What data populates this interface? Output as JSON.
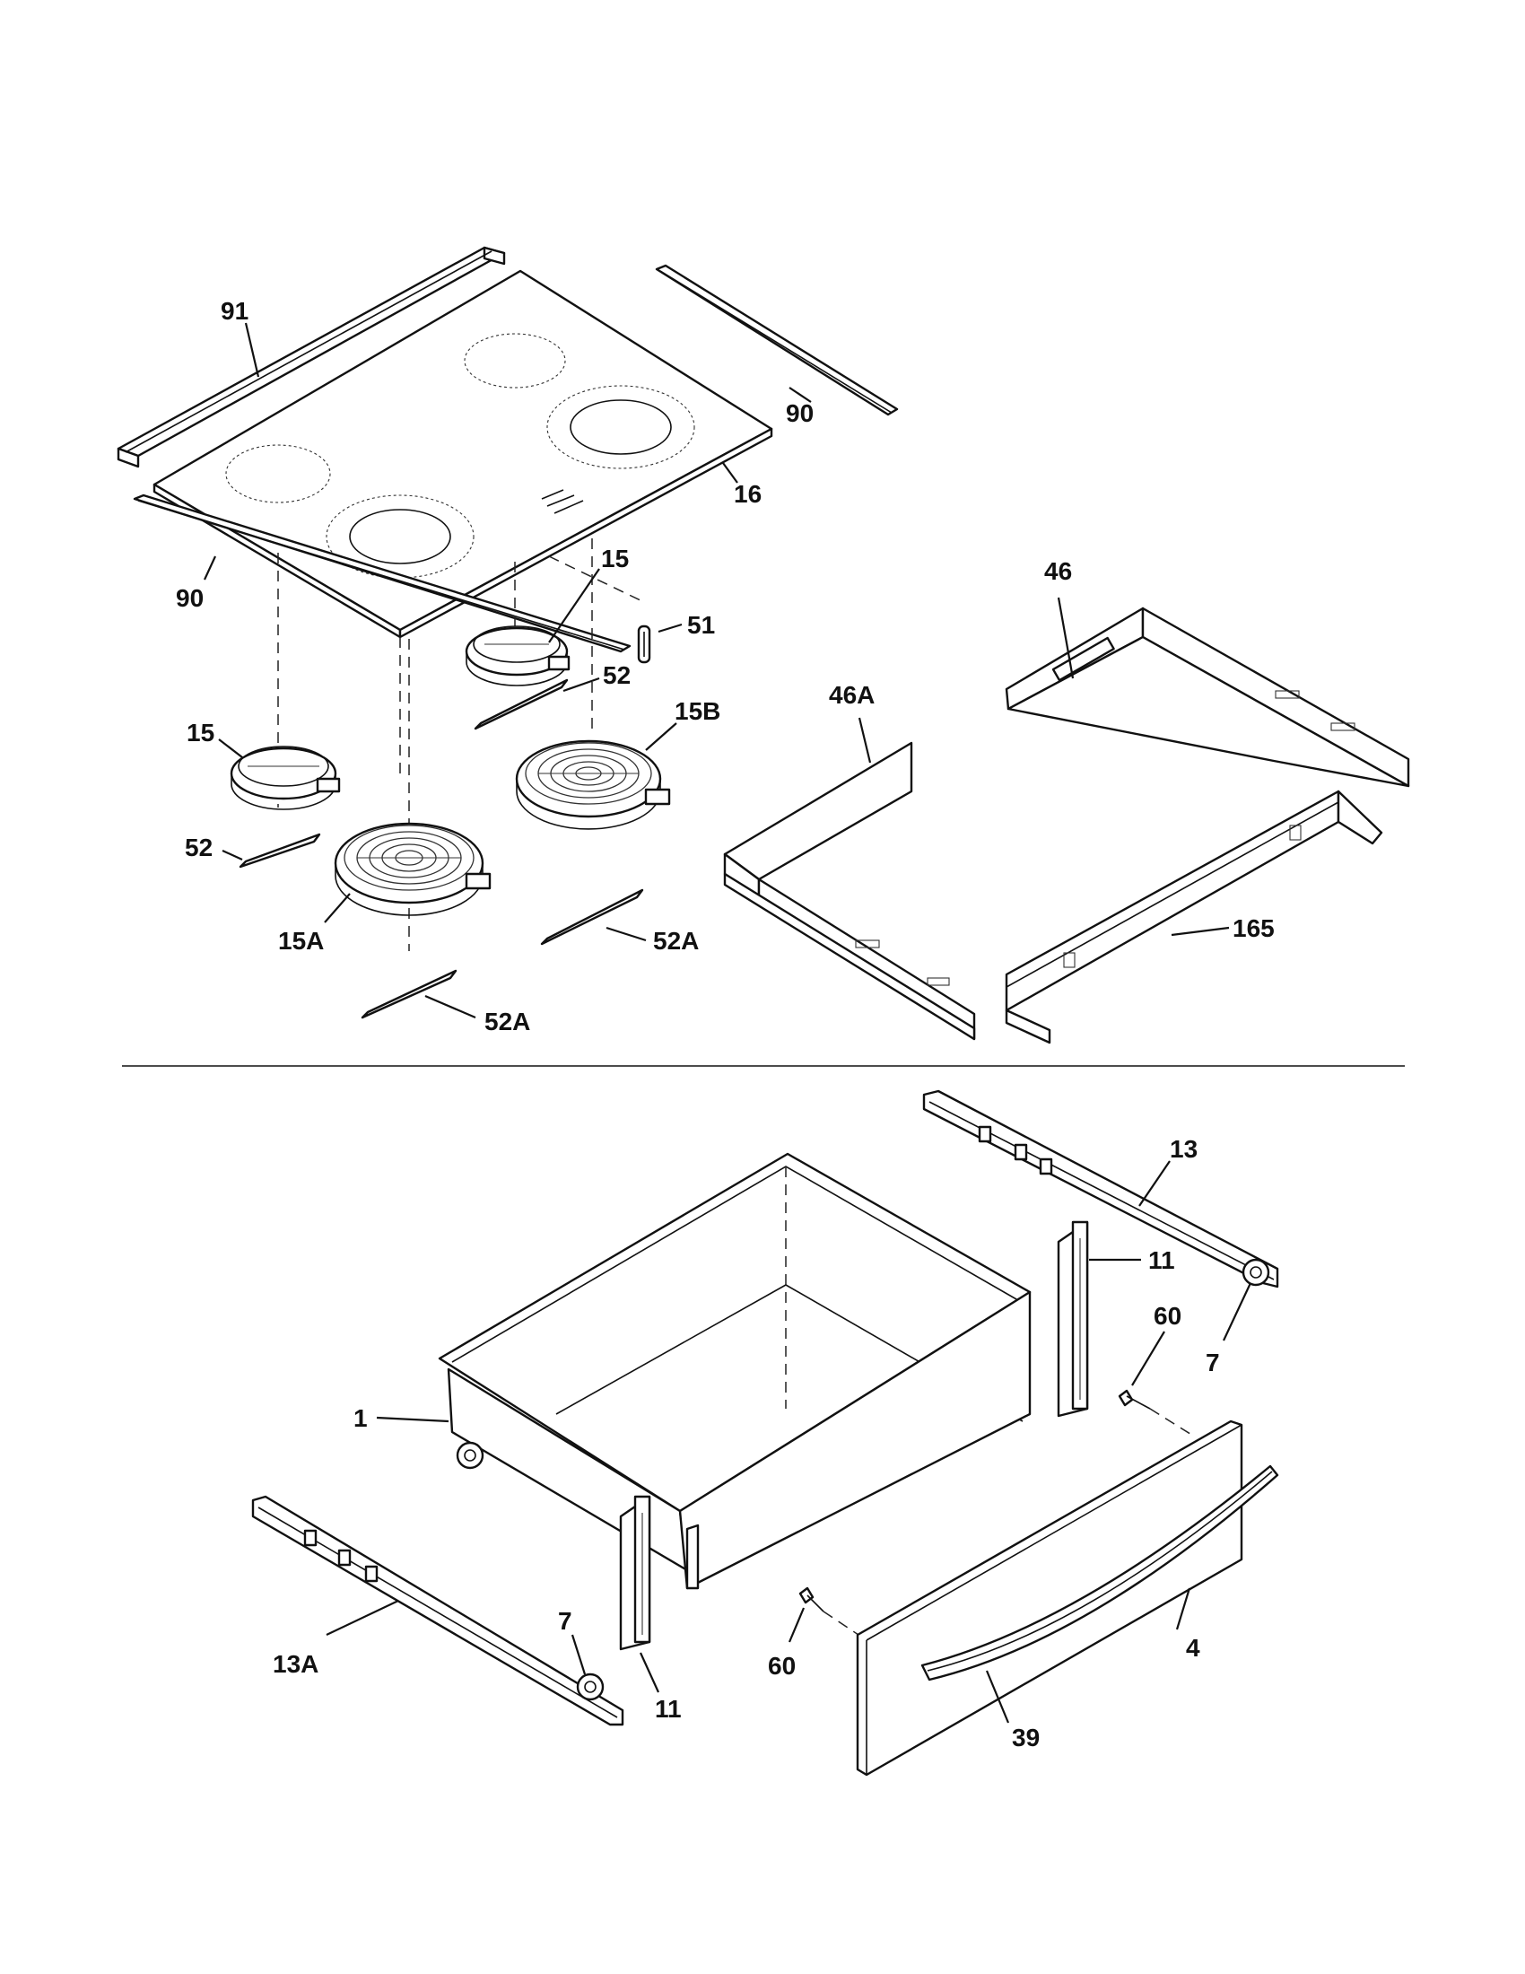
{
  "diagram": {
    "colors": {
      "ink": "#111111",
      "paper": "#ffffff"
    },
    "callouts": {
      "c91": "91",
      "c90a": "90",
      "c90b": "90",
      "c16": "16",
      "c15a": "15",
      "c15b": "15",
      "c51": "51",
      "c52a": "52",
      "c52b": "52",
      "c15B": "15B",
      "c15A": "15A",
      "c52Aa": "52A",
      "c52Ab": "52A",
      "c46": "46",
      "c46A": "46A",
      "c165": "165",
      "c13": "13",
      "c11a": "11",
      "c11b": "11",
      "c60a": "60",
      "c60b": "60",
      "c7a": "7",
      "c7b": "7",
      "c1": "1",
      "c4": "4",
      "c39": "39",
      "c13A": "13A"
    }
  }
}
